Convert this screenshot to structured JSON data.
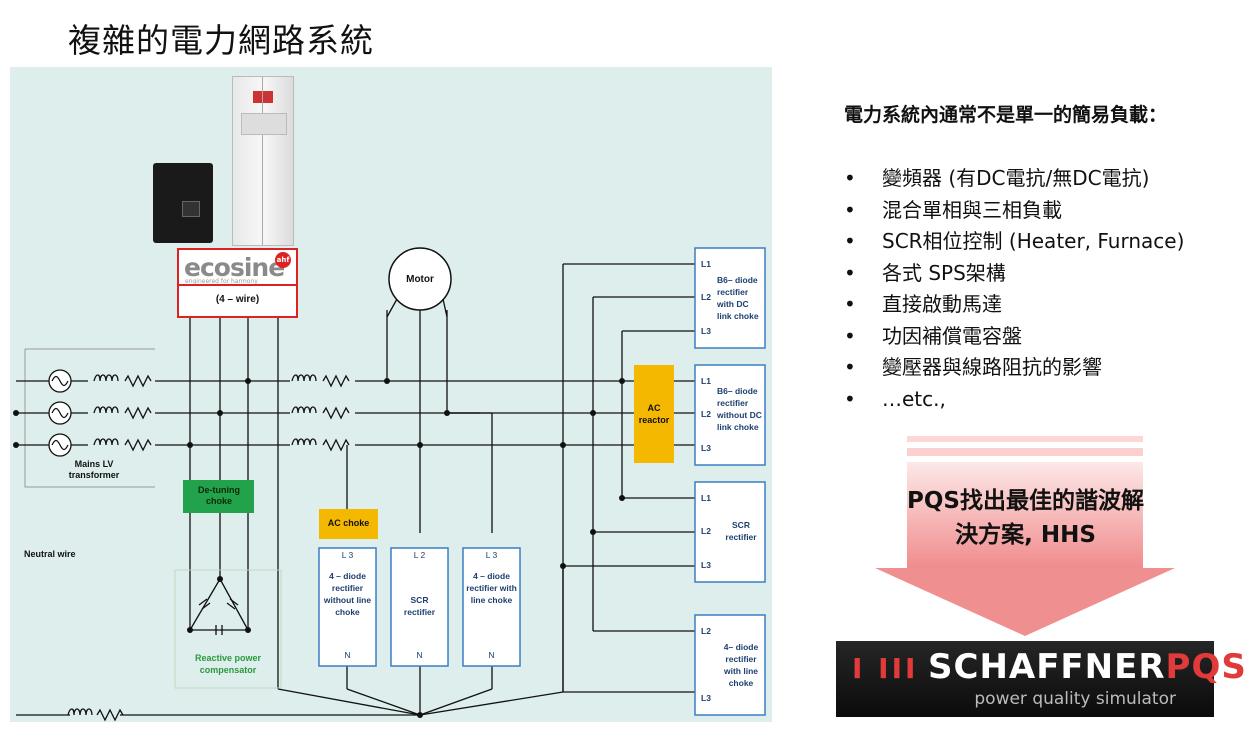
{
  "title": "複雜的電力網路系統",
  "diagram": {
    "product_logo_main": "ecosine",
    "product_logo_tag": "engineered for harmony",
    "product_logo_badge": "ahf",
    "product_label": "(4 – wire)",
    "motor": "Motor",
    "transformer": "Mains LV transformer",
    "neutral_wire": "Neutral wire",
    "detuning_choke": "De-tuning choke",
    "reactive_comp": "Reactive power compensator",
    "ac_choke": "AC choke",
    "ac_reactor": "AC reactor",
    "bottom_loads": [
      {
        "top": "L 3",
        "label": "4 – diode rectifier without line choke",
        "bottom": "N"
      },
      {
        "top": "L 2",
        "label": "SCR rectifier",
        "bottom": "N"
      },
      {
        "top": "L 3",
        "label": "4 – diode rectifier with line choke",
        "bottom": "N"
      }
    ],
    "right_loads": [
      {
        "lines": [
          "L1",
          "L2",
          "L3"
        ],
        "label": "B6– diode rectifier with DC link choke"
      },
      {
        "lines": [
          "L1",
          "L2",
          "L3"
        ],
        "label": "B6– diode rectifier without DC link choke"
      },
      {
        "lines": [
          "L1",
          "L2",
          "L3"
        ],
        "label": "SCR rectifier"
      },
      {
        "lines": [
          "L2",
          "L3"
        ],
        "label": "4– diode rectifier with line choke"
      }
    ]
  },
  "panel": {
    "heading": "電力系統內通常不是單一的簡易負載：",
    "bullet_glyph": "•",
    "items": [
      "變頻器 (有DC電抗/無DC電抗)",
      "混合單相與三相負載",
      "SCR相位控制 (Heater, Furnace)",
      "各式 SPS架構",
      "直接啟動馬達",
      "功因補償電容盤",
      "變壓器與線路阻抗的影響",
      "…etc.,"
    ]
  },
  "arrow_text": "PQS找出最佳的諧波解決方案, HHS",
  "logo": {
    "bars": "I III",
    "main_white": "SCHAFFNER",
    "main_red": "PQS",
    "sub": "power quality simulator"
  },
  "colors": {
    "diagram_bg": "#ddeeed",
    "accent_red": "#d22222",
    "green_box": "#22a24a",
    "yellow_box": "#f5b800",
    "blue_box": "#3b7fc4",
    "arrow_pink": "#f4a0a0"
  }
}
